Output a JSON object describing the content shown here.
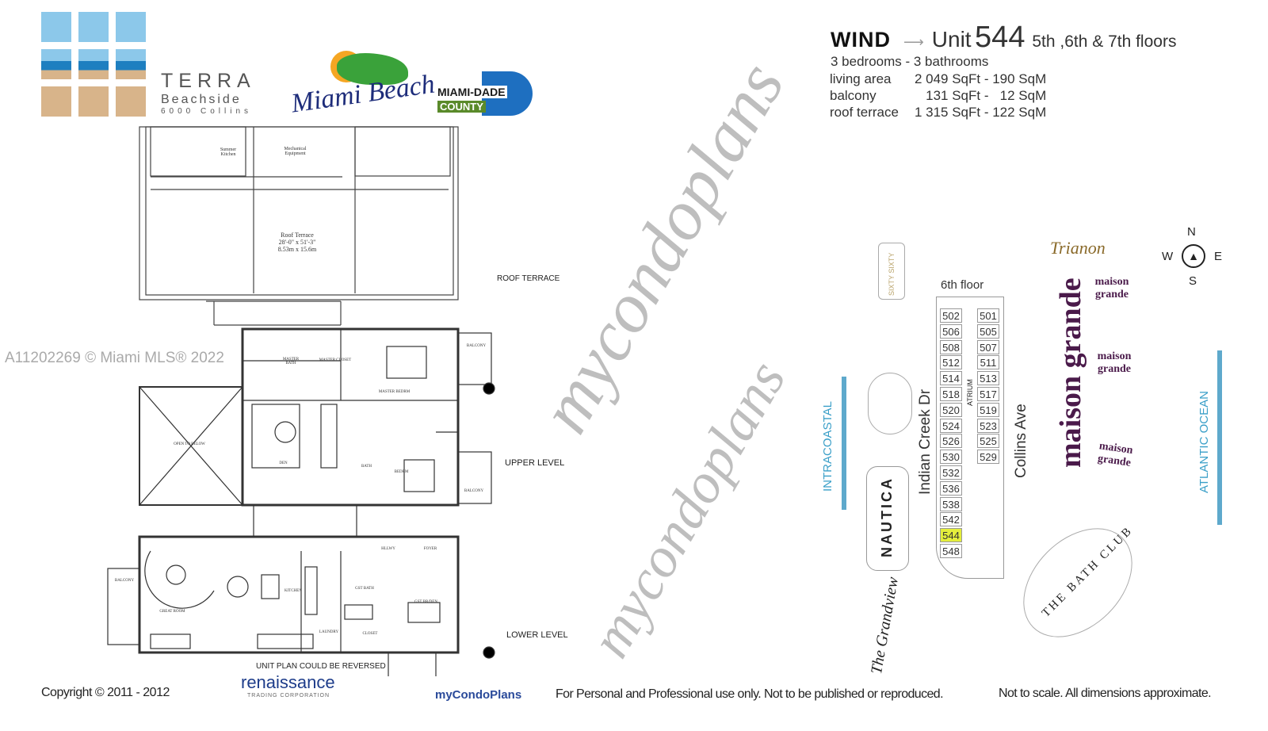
{
  "brand": {
    "terra": "TERRA",
    "beachside": "Beachside",
    "address": "6000 Collins",
    "miami_beach": "Miami Beach",
    "miami_dade": "MIAMI-DADE",
    "county": "COUNTY"
  },
  "header": {
    "model": "WIND",
    "unit_prefix": "Unit",
    "unit_number": "544",
    "floors": "5th ,6th & 7th floors",
    "rooms": "3 bedrooms - 3 bathrooms",
    "specs": [
      {
        "label": "living area",
        "value": "2 049 SqFt - 190 SqM"
      },
      {
        "label": "balcony",
        "value": "131 SqFt -   12 SqM"
      },
      {
        "label": "roof terrace",
        "value": "1 315 SqFt - 122 SqM"
      }
    ]
  },
  "plan": {
    "roof_label": "ROOF TERRACE",
    "upper_label": "UPPER LEVEL",
    "lower_label": "LOWER LEVEL",
    "reversed_note": "UNIT PLAN COULD BE REVERSED",
    "rooms": {
      "summer_kitchen": "Summer Kitchen",
      "mechanical": "Mechanical Equipment",
      "roof_terrace": "Roof Terrace",
      "roof_dims": "28'-0\" x 51'-3\"",
      "roof_dims_m": "8.53m x 15.6m",
      "master_bath": "MASTER BATH",
      "master_closet": "MASTER CLOSET",
      "master_bedrm": "MASTER BEDRM",
      "balcony": "BALCONY",
      "open_below": "OPEN TO BELOW",
      "den": "DEN",
      "bath": "BATH",
      "bedrm": "BEDRM",
      "great_room": "GREAT ROOM",
      "kitchen": "KITCHEN",
      "hllwy": "HLLWY",
      "foyer": "FOYER",
      "gst_bath": "GST BATH",
      "gst_br": "GST BR/DEN",
      "closet": "CLOSET",
      "laundry": "LAUNDRY"
    }
  },
  "map": {
    "floor_label": "6th floor",
    "atrium": "ATRIUM",
    "indian_creek": "Indian Creek Dr",
    "collins": "Collins Ave",
    "intracoastal": "INTRACOASTAL",
    "atlantic": "ATLANTIC OCEAN",
    "trianon": "Trianon",
    "maison": "maison grande",
    "sixty": "SIXTY SIXTY",
    "nautica": "NAUTICA",
    "grandview": "The Grandview",
    "bath_club": "THE BATH CLUB",
    "compass": {
      "n": "N",
      "s": "S",
      "e": "E",
      "w": "W"
    },
    "left_units": [
      "502",
      "506",
      "508",
      "512",
      "514",
      "518",
      "520",
      "524",
      "526",
      "530",
      "532",
      "536",
      "538",
      "542",
      "544",
      "548"
    ],
    "right_units": [
      "501",
      "505",
      "507",
      "511",
      "513",
      "517",
      "519",
      "523",
      "525",
      "529"
    ],
    "highlight_unit": "544",
    "highlight_color": "#e4ee3c"
  },
  "watermark": {
    "mls": "A11202269 © Miami MLS® 2022",
    "mycondo": "mycondoplans"
  },
  "footer": {
    "copyright": "Copyright © 2011 - 2012",
    "renaissance": "renaissance",
    "renaissance_sub": "TRADING CORPORATION",
    "mycondoplans": "myCondoPlans",
    "usage": "For Personal and Professional use only.  Not to be published or reproduced.",
    "scale": "Not to scale.  All dimensions approximate."
  }
}
